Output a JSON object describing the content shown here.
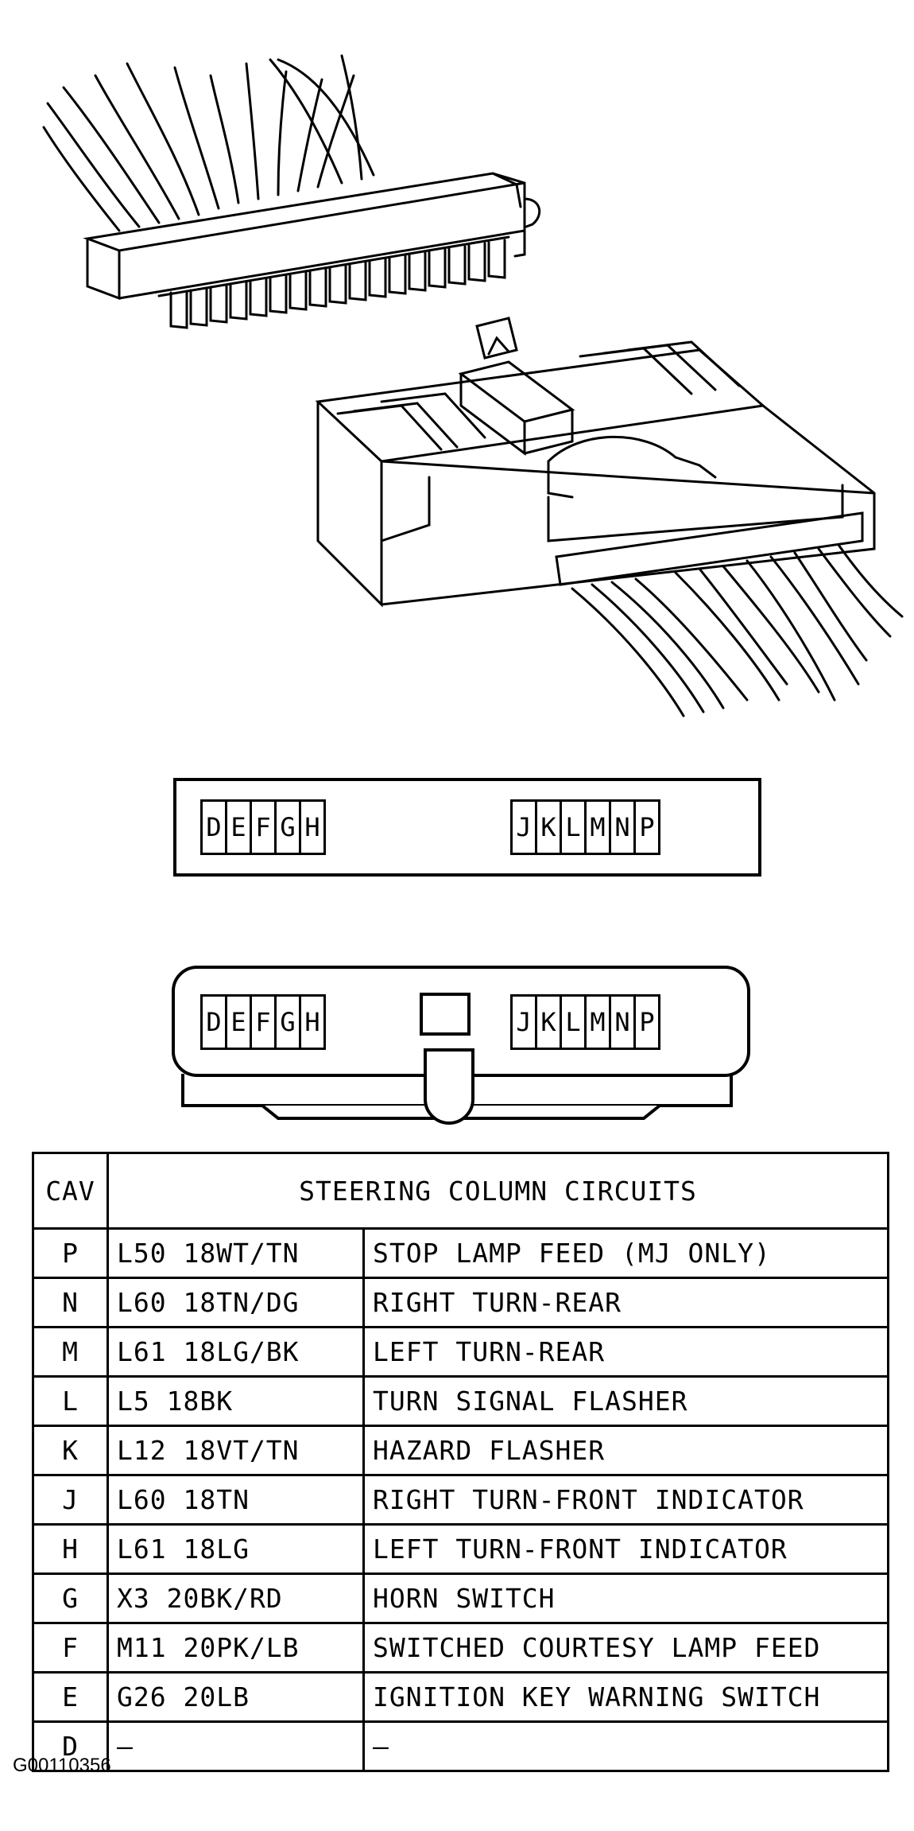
{
  "connector_a": {
    "left_cavities": [
      "D",
      "E",
      "F",
      "G",
      "H"
    ],
    "right_cavities": [
      "J",
      "K",
      "L",
      "M",
      "N",
      "P"
    ]
  },
  "connector_b": {
    "left_cavities": [
      "D",
      "E",
      "F",
      "G",
      "H"
    ],
    "right_cavities": [
      "J",
      "K",
      "L",
      "M",
      "N",
      "P"
    ]
  },
  "table": {
    "cav_header": "CAV",
    "circuits_header": "STEERING COLUMN CIRCUITS",
    "rows": [
      {
        "cav": "P",
        "circuit": "L50 18WT/TN",
        "description": "STOP LAMP FEED (MJ ONLY)"
      },
      {
        "cav": "N",
        "circuit": "L60 18TN/DG",
        "description": "RIGHT TURN-REAR"
      },
      {
        "cav": "M",
        "circuit": "L61 18LG/BK",
        "description": "LEFT TURN-REAR"
      },
      {
        "cav": "L",
        "circuit": "L5 18BK",
        "description": "TURN SIGNAL FLASHER"
      },
      {
        "cav": "K",
        "circuit": "L12 18VT/TN",
        "description": "HAZARD FLASHER"
      },
      {
        "cav": "J",
        "circuit": "L60 18TN",
        "description": "RIGHT TURN-FRONT INDICATOR"
      },
      {
        "cav": "H",
        "circuit": "L61 18LG",
        "description": "LEFT TURN-FRONT INDICATOR"
      },
      {
        "cav": "G",
        "circuit": "X3 20BK/RD",
        "description": "HORN SWITCH"
      },
      {
        "cav": "F",
        "circuit": "M11 20PK/LB",
        "description": "SWITCHED COURTESY LAMP FEED"
      },
      {
        "cav": "E",
        "circuit": "G26 20LB",
        "description": "IGNITION KEY WARNING SWITCH"
      },
      {
        "cav": "D",
        "circuit": "—",
        "description": "—"
      }
    ]
  },
  "figure_code": "G00110356"
}
